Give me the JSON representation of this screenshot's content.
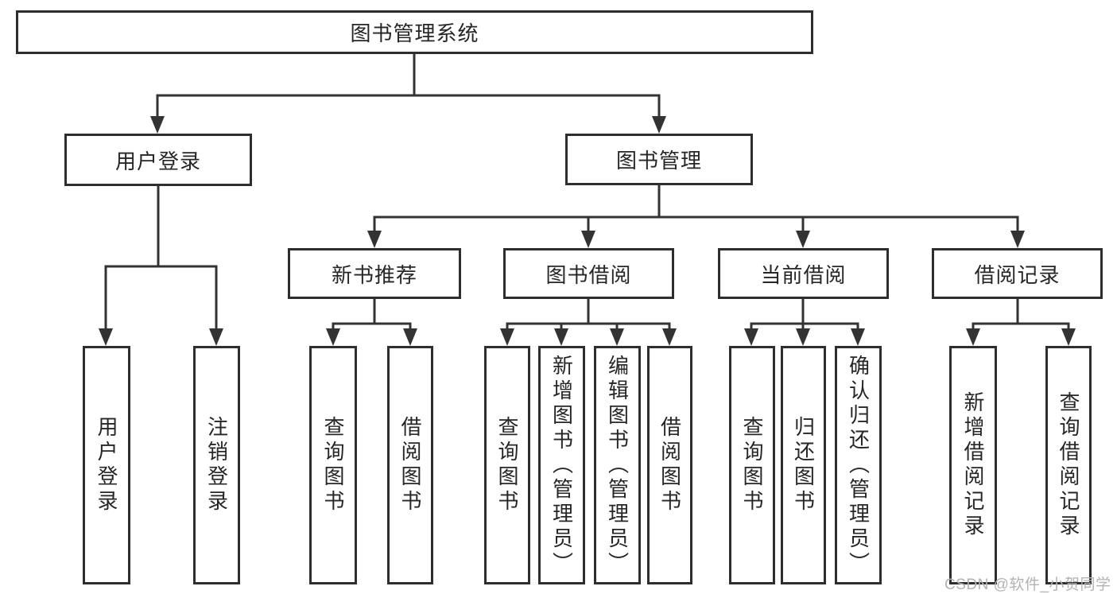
{
  "diagram": {
    "type": "hierarchy-tree",
    "title": "图书管理系统",
    "level2": [
      {
        "label": "用户登录"
      },
      {
        "label": "图书管理"
      }
    ],
    "level3": [
      {
        "label": "新书推荐"
      },
      {
        "label": "图书借阅"
      },
      {
        "label": "当前借阅"
      },
      {
        "label": "借阅记录"
      }
    ],
    "leaves": [
      {
        "label": "用户登录",
        "parent": "用户登录"
      },
      {
        "label": "注销登录",
        "parent": "用户登录"
      },
      {
        "label": "查询图书",
        "parent": "新书推荐"
      },
      {
        "label": "借阅图书",
        "parent": "新书推荐"
      },
      {
        "label": "查询图书",
        "parent": "图书借阅"
      },
      {
        "label": "新增图书（管理员）",
        "parent": "图书借阅"
      },
      {
        "label": "编辑图书（管理员）",
        "parent": "图书借阅"
      },
      {
        "label": "借阅图书",
        "parent": "图书借阅"
      },
      {
        "label": "查询图书",
        "parent": "当前借阅"
      },
      {
        "label": "归还图书",
        "parent": "当前借阅"
      },
      {
        "label": "确认归还（管理员）",
        "parent": "当前借阅"
      },
      {
        "label": "新增借阅记录",
        "parent": "借阅记录"
      },
      {
        "label": "查询借阅记录",
        "parent": "借阅记录"
      }
    ]
  },
  "watermark": "CSDN @软件_小贺同学",
  "colors": {
    "line": "#333333",
    "box_border": "#2e2e2e",
    "text": "#262626",
    "watermark": "#b3b3b3",
    "background": "#ffffff"
  }
}
